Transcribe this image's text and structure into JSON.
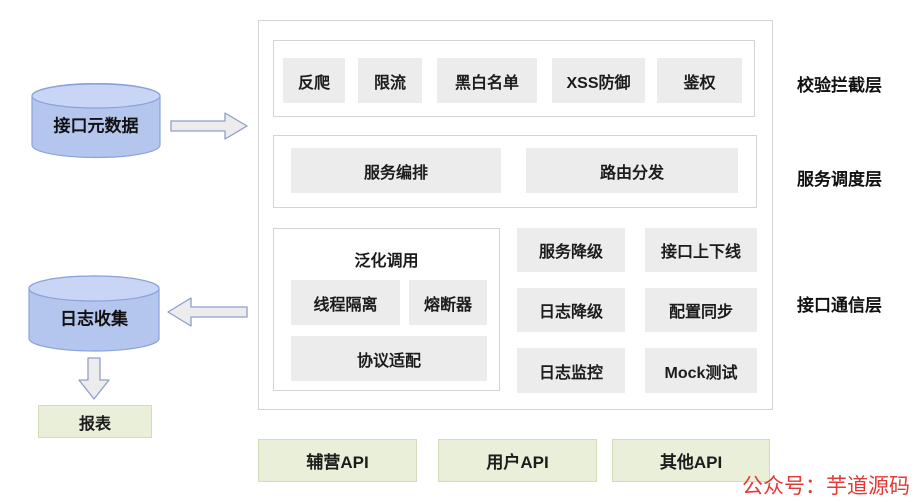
{
  "sources": {
    "metadata_db": "接口元数据",
    "log_db": "日志收集",
    "report": "报表"
  },
  "gateway": {
    "validation_layer": {
      "label": "校验拦截层",
      "items": [
        "反爬",
        "限流",
        "黑白名单",
        "XSS防御",
        "鉴权"
      ]
    },
    "scheduling_layer": {
      "label": "服务调度层",
      "items": [
        "服务编排",
        "路由分发"
      ]
    },
    "communication_layer": {
      "label": "接口通信层",
      "generic_call_group": {
        "title": "泛化调用",
        "items": [
          "线程隔离",
          "熔断器",
          "协议适配"
        ]
      },
      "items": [
        "服务降级",
        "接口上下线",
        "日志降级",
        "配置同步",
        "日志监控",
        "Mock测试"
      ]
    }
  },
  "backend_apis": [
    "辅营API",
    "用户API",
    "其他API"
  ],
  "watermark": "公众号：芋道源码",
  "colors": {
    "cylinder_fill": "#b4c5ee",
    "cylinder_top": "#c9d5f4",
    "cylinder_border": "#8ba3d9",
    "gray_box": "#ececec",
    "green_box": "#e9efd8",
    "green_border": "#d3ddbb",
    "container_border": "#d4d4d4",
    "arrow_fill": "#ececec",
    "arrow_border": "#8f9fc9",
    "watermark_red": "#e23a36"
  }
}
